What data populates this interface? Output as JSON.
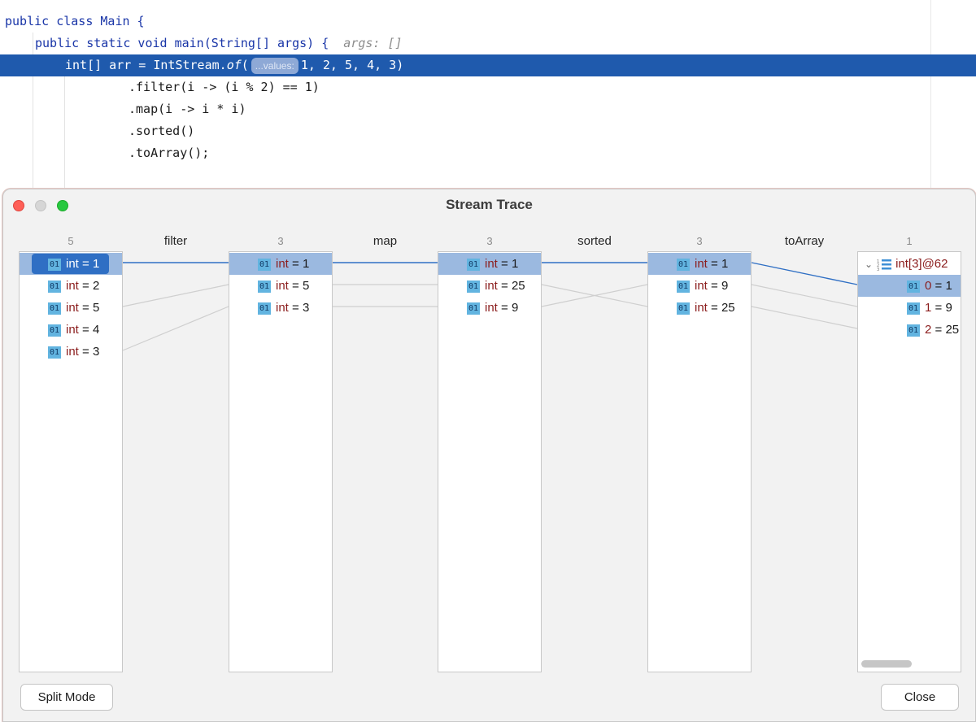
{
  "editor": {
    "line1": "public class Main {",
    "line2_decl": "public static void main(String[] args) {",
    "line2_hint": "args: []",
    "line3_pre": "int[] arr = IntStream.",
    "line3_fn": "of",
    "line3_paren": "(",
    "line3_hint": "...values:",
    "line3_args": "1, 2, 5, 4, 3)",
    "line4": ".filter(i -> (i % 2) == 1)",
    "line5": ".map(i -> i * i)",
    "line6": ".sorted()",
    "line7": ".toArray();"
  },
  "dialog": {
    "title": "Stream Trace",
    "columns": [
      {
        "count": "5",
        "items": [
          [
            "int",
            "1"
          ],
          [
            "int",
            "2"
          ],
          [
            "int",
            "5"
          ],
          [
            "int",
            "4"
          ],
          [
            "int",
            "3"
          ]
        ]
      },
      {
        "count": "3",
        "items": [
          [
            "int",
            "1"
          ],
          [
            "int",
            "5"
          ],
          [
            "int",
            "3"
          ]
        ]
      },
      {
        "count": "3",
        "items": [
          [
            "int",
            "1"
          ],
          [
            "int",
            "25"
          ],
          [
            "int",
            "9"
          ]
        ]
      },
      {
        "count": "3",
        "items": [
          [
            "int",
            "1"
          ],
          [
            "int",
            "9"
          ],
          [
            "int",
            "25"
          ]
        ]
      },
      {
        "count": "1",
        "root": "int[3]@62",
        "items": [
          [
            "0",
            "1"
          ],
          [
            "1",
            "9"
          ],
          [
            "2",
            "25"
          ]
        ]
      }
    ],
    "operations": [
      "filter",
      "map",
      "sorted",
      "toArray"
    ],
    "badge": "01",
    "eq": " = ",
    "split_button": "Split Mode",
    "close_button": "Close",
    "colors": {
      "selection": "#2f6fc4",
      "highlight": "#9bb9e0",
      "link_active": "#2f6fc4",
      "link_inactive": "#cfcfcf"
    }
  }
}
